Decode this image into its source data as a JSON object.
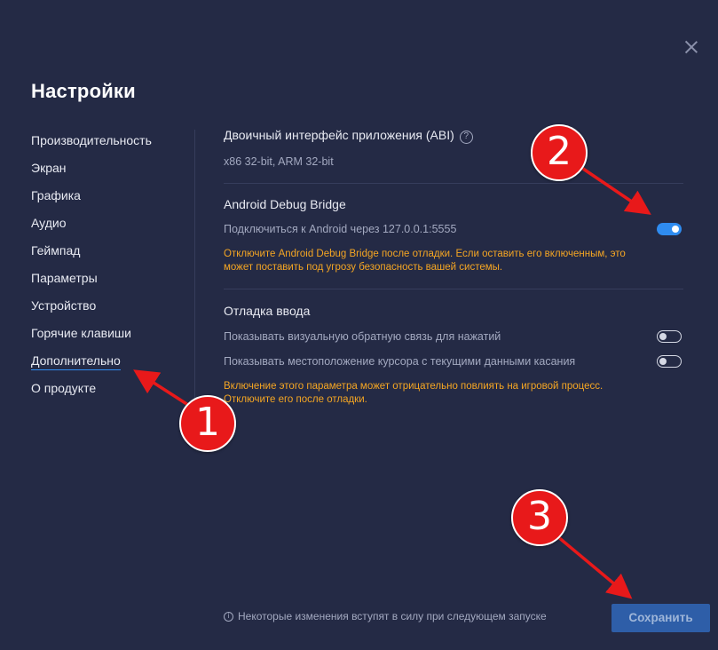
{
  "header": {
    "title": "Настройки"
  },
  "sidebar": {
    "items": [
      {
        "label": "Производительность"
      },
      {
        "label": "Экран"
      },
      {
        "label": "Графика"
      },
      {
        "label": "Аудио"
      },
      {
        "label": "Геймпад"
      },
      {
        "label": "Параметры"
      },
      {
        "label": "Устройство"
      },
      {
        "label": "Горячие клавиши"
      },
      {
        "label": "Дополнительно",
        "active": true
      },
      {
        "label": "О продукте"
      }
    ]
  },
  "abi": {
    "title": "Двоичный интерфейс приложения (ABI)",
    "help_icon": "?",
    "value": "x86 32-bit, ARM 32-bit"
  },
  "adb": {
    "title": "Android Debug Bridge",
    "toggle_label": "Подключиться к Android через 127.0.0.1:5555",
    "toggle_on": true,
    "warning_line1": "Отключите Android Debug Bridge после отладки. Если оставить его включенным, это",
    "warning_line2": "может поставить под угрозу безопасность вашей системы."
  },
  "input_debug": {
    "title": "Отладка ввода",
    "option1_label": "Показывать визуальную обратную связь для нажатий",
    "option1_on": false,
    "option2_label": "Показывать местоположение курсора с текущими данными касания",
    "option2_on": false,
    "warning_line1": "Включение этого параметра может отрицательно повлиять на игровой процесс.",
    "warning_line2": "Отключите его после отладки."
  },
  "footer": {
    "info_icon": "i",
    "note": "Некоторые изменения вступят в силу при следующем запуске",
    "save_label": "Сохранить"
  },
  "annotations": {
    "marker1": "1",
    "marker2": "2",
    "marker3": "3",
    "color": "#e8191a"
  },
  "colors": {
    "background": "#242a45",
    "accent": "#2f8cf0",
    "warning": "#f5a623"
  }
}
